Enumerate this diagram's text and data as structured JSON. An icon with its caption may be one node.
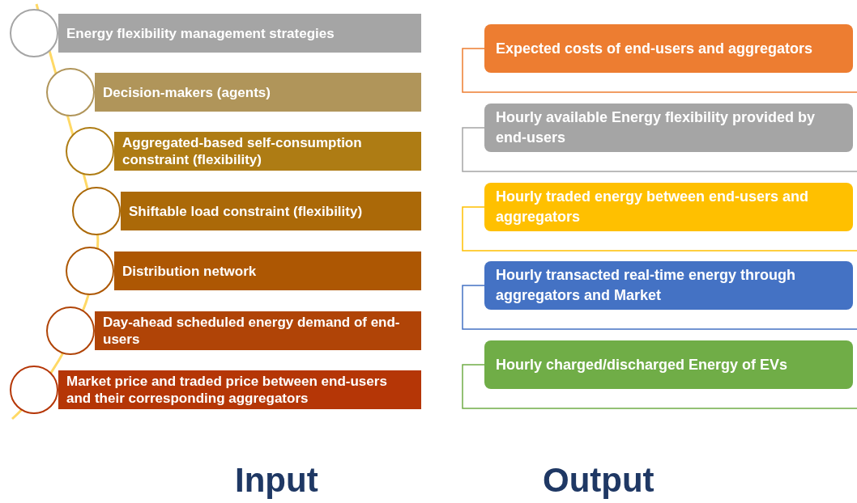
{
  "diagram": {
    "nodes": [
      {
        "text": [
          "Energy flexibility management strategies"
        ]
      },
      {
        "text": [
          "Decision-makers (agents)"
        ]
      },
      {
        "text": [
          "Aggregated-based self-consumption constraint (flexibility)"
        ]
      },
      {
        "text": [
          "Shiftable load  constraint (flexibility)"
        ]
      },
      {
        "text": [
          "Distribution network"
        ]
      },
      {
        "text": [
          "Day-ahead scheduled energy demand of end-users"
        ]
      },
      {
        "text": [
          "Market price and traded price between end-users and their corresponding aggregators"
        ]
      },
      {
        "text": [
          "Expected costs of end-users and aggregators"
        ]
      },
      {
        "text": [
          "Hourly available Energy flexibility provided by end-users"
        ]
      },
      {
        "text": [
          "Hourly traded energy between end-users and aggregators"
        ]
      },
      {
        "text": [
          "Hourly transacted real-time energy through aggregators and Market"
        ]
      },
      {
        "text": [
          "Hourly charged/discharged Energy of EVs"
        ]
      }
    ],
    "labels": [
      "Input",
      "Output"
    ]
  }
}
